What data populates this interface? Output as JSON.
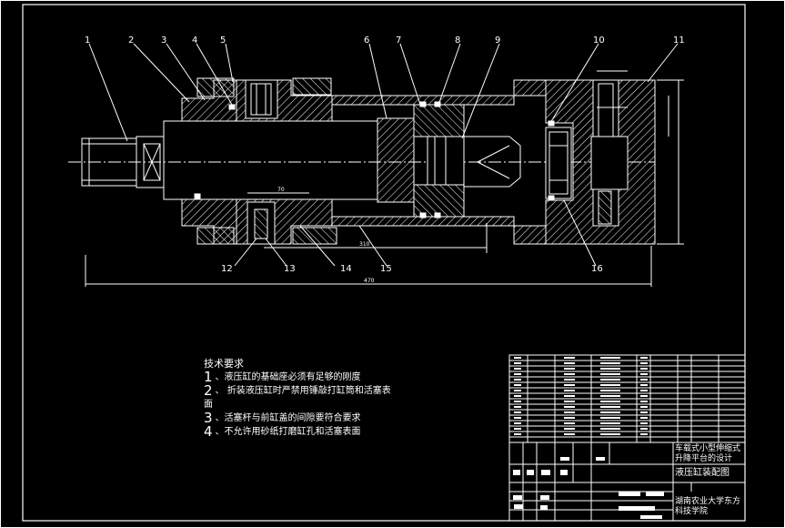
{
  "balloons": [
    "1",
    "2",
    "3",
    "4",
    "5",
    "6",
    "7",
    "8",
    "9",
    "10",
    "11",
    "12",
    "13",
    "14",
    "15",
    "16"
  ],
  "tech_requirements": {
    "title": "技术要求",
    "items": [
      {
        "num": "1",
        "text": "、液压缸的基础座必须有足够的刚度"
      },
      {
        "num": "2",
        "text": "、 折装液压缸时严禁用锤敲打缸筒和活塞表"
      },
      {
        "num": "",
        "text": "面"
      },
      {
        "num": "3",
        "text": "、活塞杆与前缸盖的间隙要符合要求"
      },
      {
        "num": "4",
        "text": "、不允许用砂纸打磨缸孔和活塞表面"
      }
    ]
  },
  "title_block": {
    "project": "车载式小型伸缩式升降平台的设计",
    "drawing_title": "液压缸装配图",
    "school": "湖南农业大学东方科技学院"
  },
  "dimensions": {
    "overall_length": "470",
    "d1": "70",
    "d2": "310"
  },
  "colors": {
    "line": "#ffffff",
    "hatch": "#ffffff",
    "background": "#000000"
  }
}
